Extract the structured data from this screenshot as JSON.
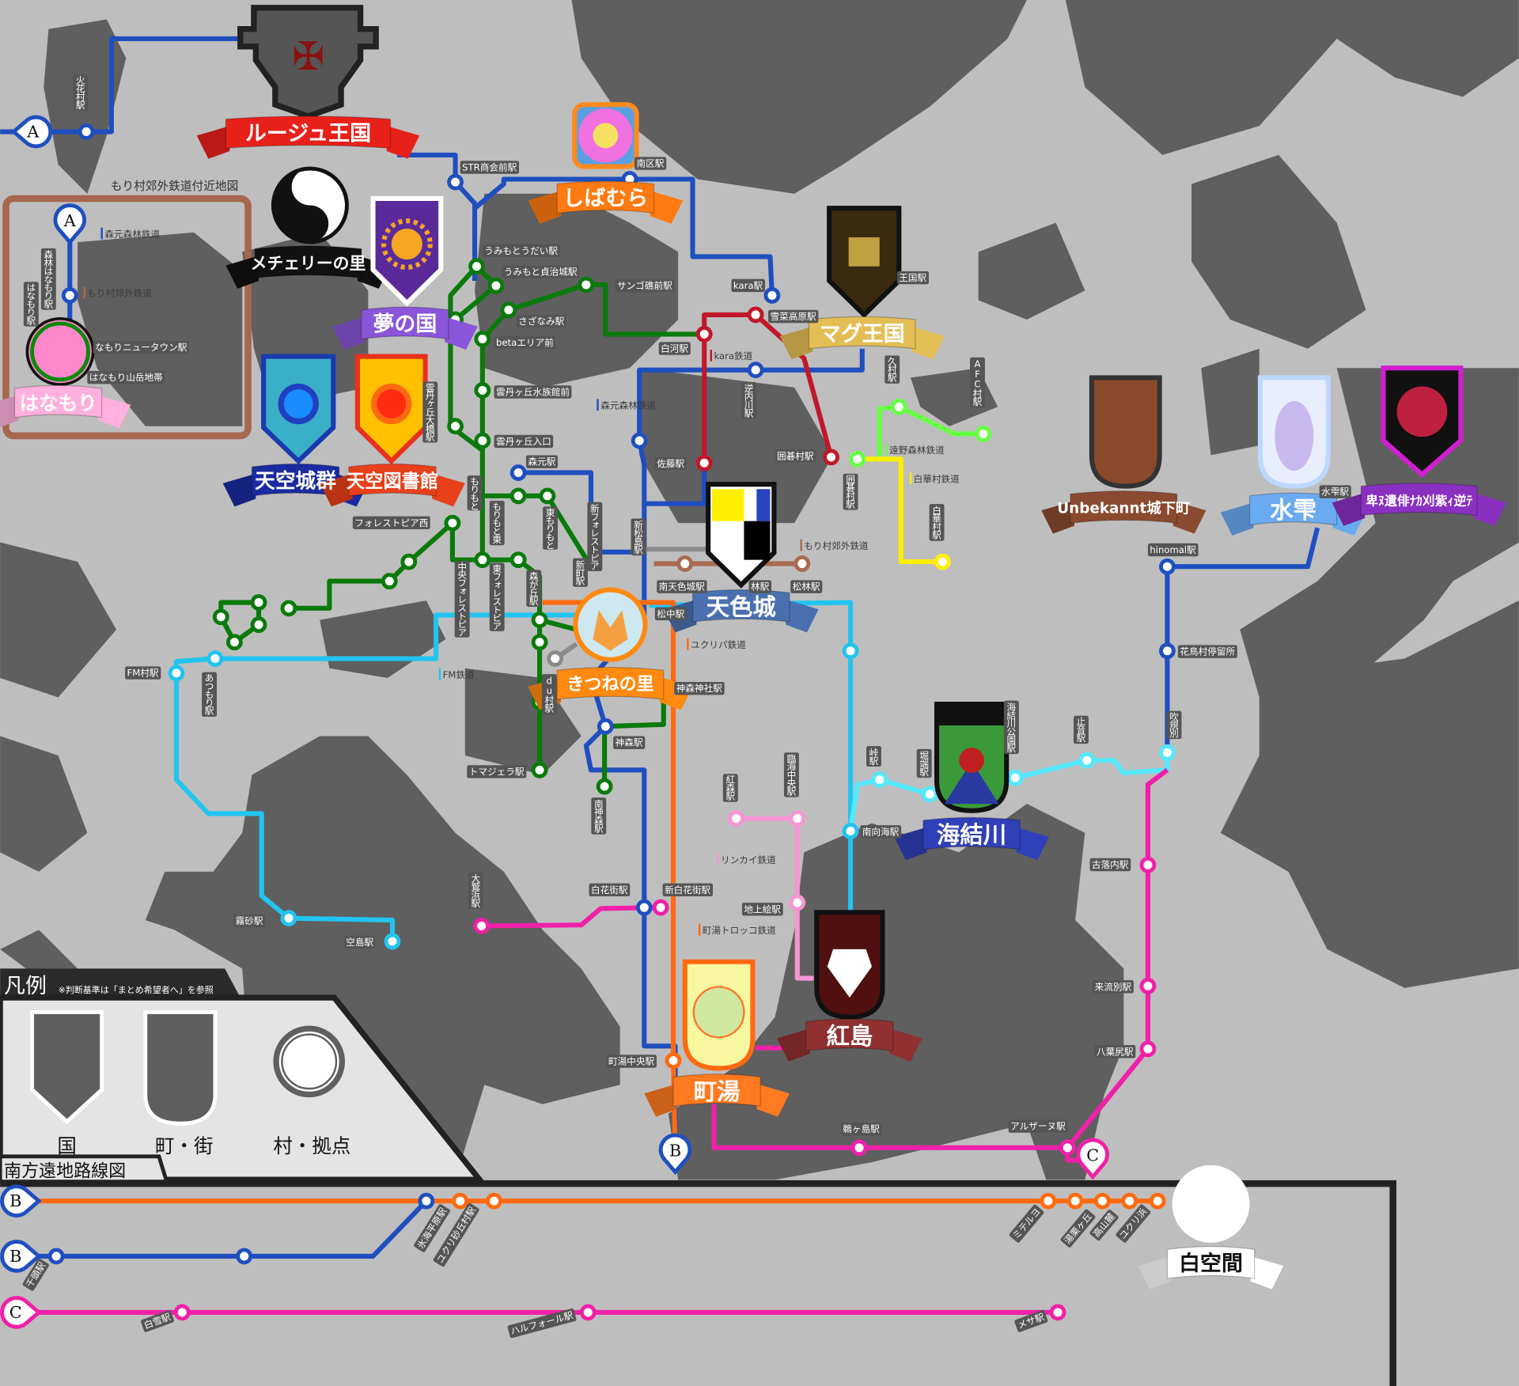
{
  "map": {
    "inset_title": "もり村郊外鉄道付近地図",
    "markers": {
      "a": "A",
      "b": "B",
      "c": "C"
    }
  },
  "emblems": {
    "rouge": "ルージュ王国",
    "mecherry": "メチェリーの里",
    "yume": "夢の国",
    "shibamura": "しばむら",
    "magu": "マグ王国",
    "tenku_castles": "天空城群",
    "tenku_library": "天空図書館",
    "tenshoku": "天色城",
    "kitsune": "きつねの里",
    "unbekannt": "Unbekannt城下町",
    "mizushizuku": "水雫",
    "glitch": "卑ﾇ遺俳ﾅｶ刈紫ｨ逆ﾃ",
    "kaiketsu": "海結川",
    "koujima": "紅島",
    "machiyu": "町湯",
    "hanamori": "はなもり",
    "hakukukan": "白空間"
  },
  "rails": {
    "morimoto": "森元森林鉄道",
    "morimoto_inset": "森元森林鉄道",
    "kara": "kara鉄道",
    "tono": "遠野森林鉄道",
    "hakka": "白華村鉄道",
    "mori_suburb": "もり村郊外鉄道",
    "mori_suburb_inset": "もり村郊外鉄道",
    "yukuripa": "ユクリパ鉄道",
    "fm": "FM鉄道",
    "rinkai": "リンカイ鉄道",
    "machiyu": "町湯トロッコ鉄道"
  },
  "stations": {
    "hibana": "火花村駅",
    "str": "STR商会前駅",
    "minamiku": "南区駅",
    "umimoto_toudai": "うみもとうだい駅",
    "umimoto_castle": "うみもと貞治城駅",
    "sango": "サンゴ礁前駅",
    "kara": "kara駅",
    "sazanami": "さざなみ駅",
    "beta": "betaエリア前",
    "yukina": "雪菜高原駅",
    "shirakawa": "白河駅",
    "sakauchi": "逆内川駅",
    "aquarium": "雲丹ヶ丘水族館前",
    "unitan_ohashi": "雲丹ヶ丘大橋駅",
    "unitan_entrance": "雲丹ヶ丘入口",
    "morimoto_st": "森元駅",
    "sato": "佐藤駅",
    "igomura_h": "囲碁村駅",
    "igomura_v": "囲碁村駅",
    "hakka": "白華村駅",
    "afc": "AFC村駅",
    "ku_village": "久村駅",
    "magu_st": "王国駅",
    "morimoto_big": "もりもと",
    "morimoto_east": "もりもと東",
    "higashi_morimoto": "東もりもと",
    "shin_forest": "新フォレストピア",
    "shinmachi": "新町駅",
    "shinmatsushima": "新松島駅",
    "forest_west": "フォレストピア西",
    "chuo_forest": "中央フォレストピア",
    "east_forest": "東フォレストピア",
    "morigaoka": "森が丘駅",
    "minami_tenshoku": "南天色城駅",
    "hidden_matsubayashi": "林駅",
    "matsubayashi": "松林駅",
    "matsunaka": "松中駅",
    "fm_village": "FM村駅",
    "atsumori": "あつもり駅",
    "du_village": "du村駅",
    "kamimori_shrine": "神森神社駅",
    "kamimori": "神森駅",
    "tomajera": "トマジェラ駅",
    "minami_kamimori": "南神森駅",
    "toge": "峠駅",
    "kouzan": "紅森駅",
    "rinkai": "臨海中央駅",
    "horibata": "堀端駅",
    "kaiketsu_park": "海結川公園駅",
    "shion": "止音駅",
    "fukibetsu": "吹規別",
    "hanadori": "花鳥村停留所",
    "hinomal": "hinomal駅",
    "mizushizuku_st": "水雫駅",
    "nanko": "南向海駅",
    "hakkagai": "白花街駅",
    "shin_hakkagai": "新白花街駅",
    "chijoue": "地上絵駅",
    "owashi": "大鷲浜駅",
    "kirisuna": "霧砂駅",
    "sorajima": "空島駅",
    "machiyu_central": "町湯中央駅",
    "furuochi": "古落内駅",
    "kuruhetsu": "来流別駅",
    "hayojiri": "八葉尻駅",
    "ugashima": "鵜ヶ島駅",
    "aruzanu": "アルザーヌ駅",
    "hyokai": "氷海平原駅",
    "yukuri_sakyu": "ユクリ砂丘村駅",
    "chizu": "千頭駅",
    "shirayuki": "白雪駅",
    "halfall": "ハルフォール駅",
    "mesa": "メサ駅",
    "miteruyo": "ミテルヨ",
    "yukuri_oka": "湯栗ヶ丘",
    "takayama": "高山麓",
    "yukuri_hama": "ユクリ浜",
    "hanamori_forest": "森林はなもり駅",
    "hanamori": "はなもり駅",
    "newtown": "なもりニュータウン駅",
    "mountain": "はなもり山岳地帯"
  },
  "legend": {
    "title": "凡例",
    "note": "※判断基準は「まとめ希望者へ」を参照",
    "country": "国",
    "town": "町・街",
    "village": "村・拠点",
    "southern_map": "南方遠地路線図"
  }
}
